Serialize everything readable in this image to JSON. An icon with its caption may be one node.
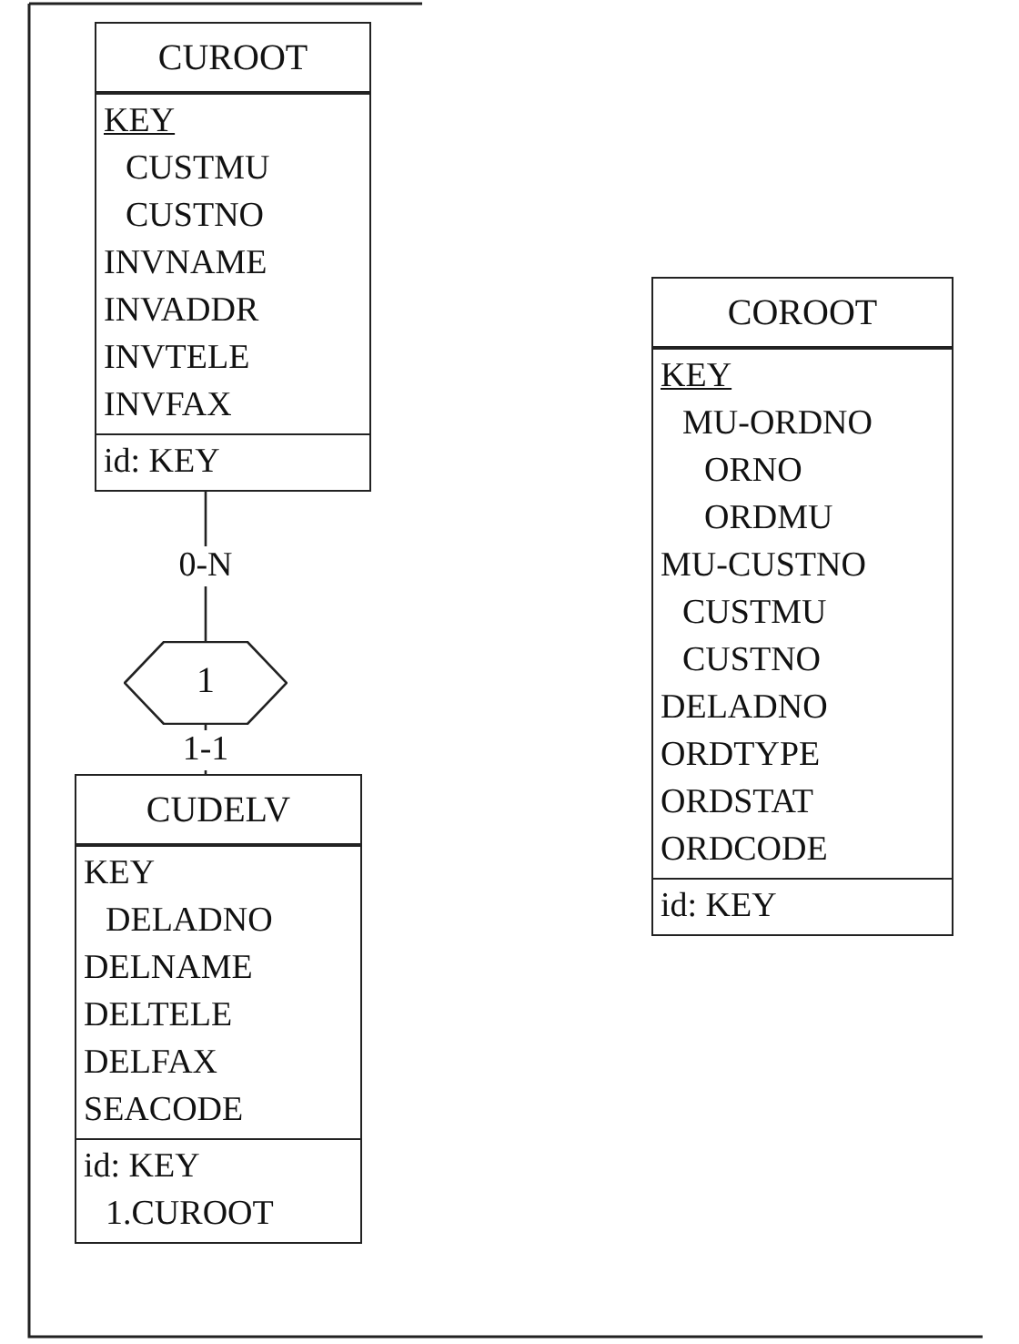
{
  "diagram": {
    "nodes": [
      {
        "text": [
          "CUROOT",
          "KEY",
          "CUSTMU",
          "CUSTNO",
          "INVNAME",
          "INVADDR",
          "INVTELE",
          "INVFAX",
          "id: KEY"
        ]
      },
      {
        "text": [
          "1"
        ]
      },
      {
        "text": [
          "CUDELV",
          "KEY",
          "DELADNO",
          "DELNAME",
          "DELTELE",
          "DELFAX",
          "SEACODE",
          "id: KEY",
          "1.CUROOT"
        ]
      },
      {
        "text": [
          "COROOT",
          "KEY",
          "MU-ORDNO",
          "ORNO",
          "ORDMU",
          "MU-CUSTNO",
          "CUSTMU",
          "CUSTNO",
          "DELADNO",
          "ORDTYPE",
          "ORDSTAT",
          "ORDCODE",
          "id: KEY"
        ]
      }
    ],
    "edges": [
      {
        "from": 0,
        "to": 1,
        "arrow": "none",
        "label": "0-N"
      },
      {
        "from": 1,
        "to": 2,
        "arrow": "none",
        "label": "1-1"
      }
    ]
  }
}
